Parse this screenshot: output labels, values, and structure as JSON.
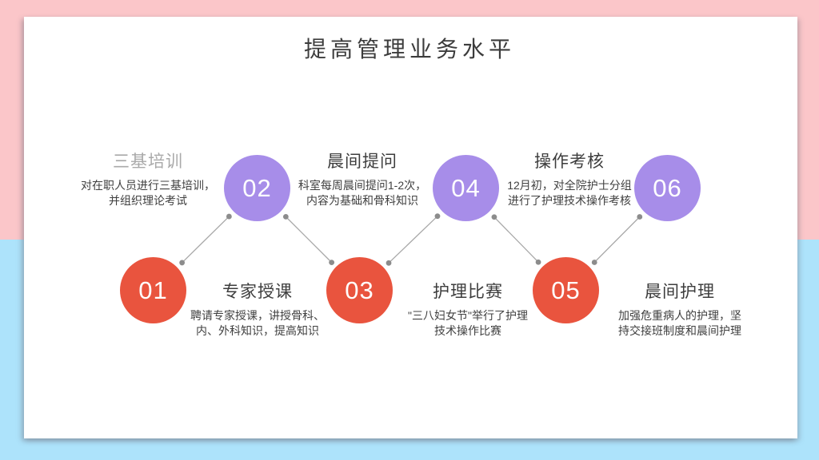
{
  "slide": {
    "title": "提高管理业务水平"
  },
  "colors": {
    "background_top": "#fbc6c9",
    "background_bottom": "#ade3fb",
    "card": "#ffffff",
    "accent_red": "#e9543e",
    "accent_purple": "#a78de9",
    "muted_title": "#a9a9a9",
    "dark_title": "#3d3d3d",
    "body_text": "#404040",
    "connector_line": "#a8a8a8",
    "connector_dot": "#8c8c8c"
  },
  "steps": [
    {
      "number": "01",
      "title": "专家授课",
      "desc": "聘请专家授课，讲授骨科、\n内、外科知识，提高知识",
      "circle_color": "#e9543e",
      "title_color": "#3d3d3d",
      "row": "bottom"
    },
    {
      "number": "02",
      "title": "三基培训",
      "desc": "对在职人员进行三基培训，\n并组织理论考试",
      "circle_color": "#a78de9",
      "title_color": "#a9a9a9",
      "row": "top"
    },
    {
      "number": "03",
      "title": "护理比赛",
      "desc": "\"三八妇女节\"举行了护理\n技术操作比赛",
      "circle_color": "#e9543e",
      "title_color": "#3d3d3d",
      "row": "bottom"
    },
    {
      "number": "04",
      "title": "晨间提问",
      "desc": "科室每周晨间提问1-2次，\n内容为基础和骨科知识",
      "circle_color": "#a78de9",
      "title_color": "#3d3d3d",
      "row": "top"
    },
    {
      "number": "05",
      "title": "晨间护理",
      "desc": "加强危重病人的护理，坚\n持交接班制度和晨间护理",
      "circle_color": "#e9543e",
      "title_color": "#3d3d3d",
      "row": "bottom"
    },
    {
      "number": "06",
      "title": "操作考核",
      "desc": "12月初，对全院护士分组\n进行了护理技术操作考核",
      "circle_color": "#a78de9",
      "title_color": "#3d3d3d",
      "row": "top"
    }
  ]
}
